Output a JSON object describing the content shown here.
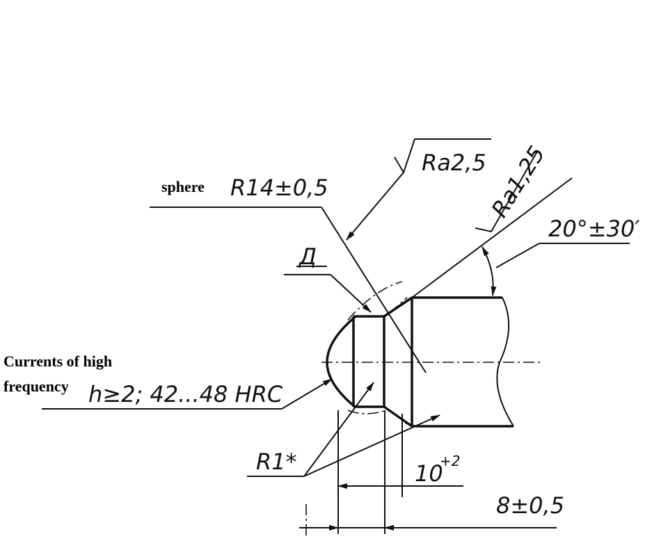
{
  "notes": {
    "sphere_label": "sphere",
    "hardening_line1": "Currents of high",
    "hardening_line2": "frequency"
  },
  "dimensions": {
    "sphere_radius": "R14±0,5",
    "section_mark": "Д",
    "hardening_spec": "h≥2; 42...48 HRC",
    "fillet_radius": "R1*",
    "length_10": "10",
    "length_10_tol": "+2",
    "length_8": "8±0,5",
    "angle": "20°±30′"
  },
  "roughness": {
    "sphere_surface": "Ra2,5",
    "cone_surface": "Ra1,25"
  }
}
